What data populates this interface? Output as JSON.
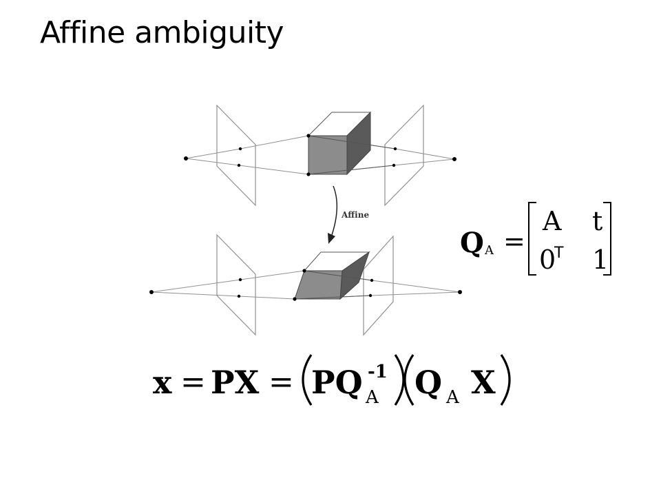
{
  "slide": {
    "title": "Affine ambiguity"
  },
  "diagram": {
    "transform_label": "Affine"
  },
  "matrix_equation": {
    "lhs_symbol": "Q",
    "lhs_subscript": "A",
    "equals": "=",
    "entries": {
      "r1c1": "A",
      "r1c2": "t",
      "r2c1": "0",
      "r2c1_superscript": "T",
      "r2c2": "1"
    }
  },
  "projection_equation": {
    "x": "x",
    "eq1": "=",
    "PX": "PX",
    "eq2": "=",
    "PQ": "PQ",
    "inv_superscript": "-1",
    "sub1": "A",
    "Q": "Q",
    "sub2": "A",
    "X": "X"
  },
  "colors": {
    "line": "#909090",
    "dark_line": "#444444",
    "cube_front": "#8c8c8c",
    "cube_side": "#5a5a5a",
    "cube_top": "#ffffff"
  }
}
